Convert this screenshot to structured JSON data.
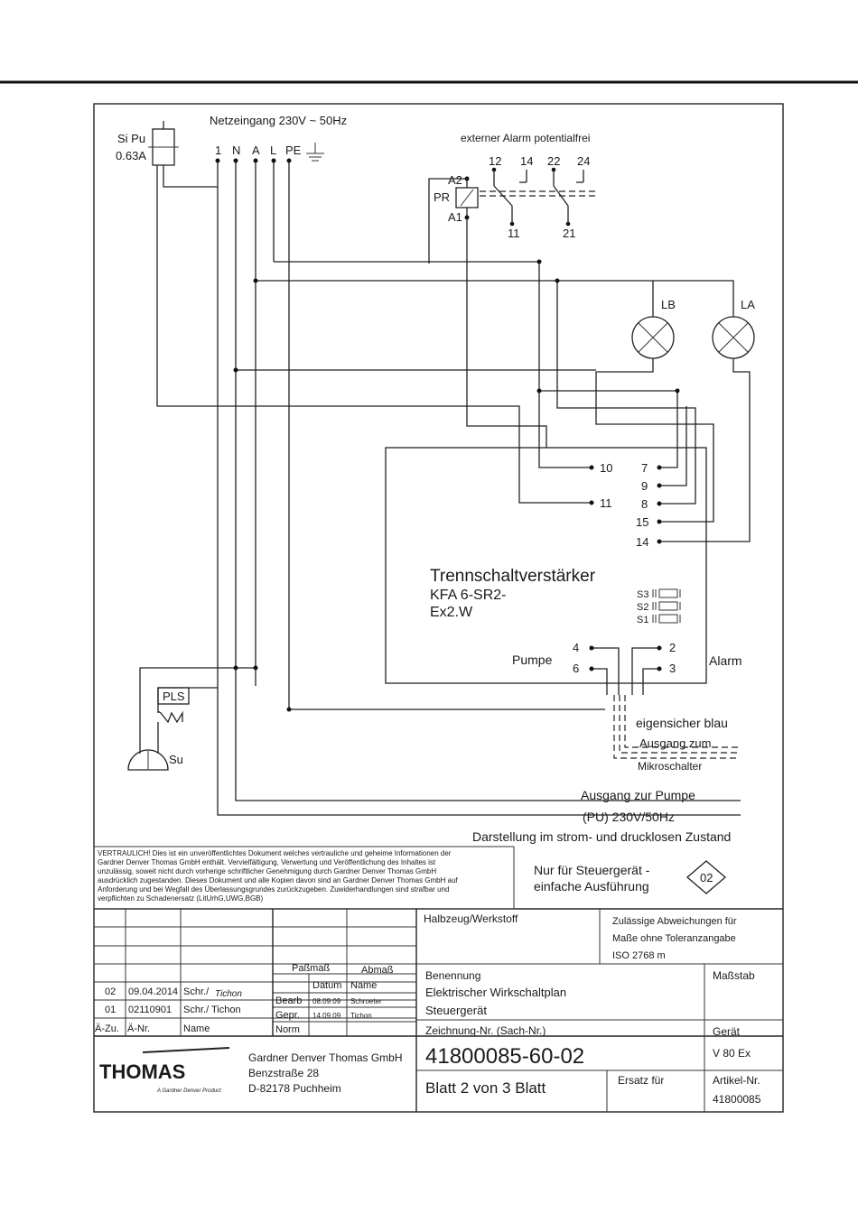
{
  "mains": {
    "title": "Netzeingang 230V ~ 50Hz",
    "terminals": [
      "1",
      "N",
      "A",
      "L",
      "PE"
    ]
  },
  "fuse": {
    "label": "Si Pu",
    "value": "0.63A"
  },
  "alarm_ext": {
    "title": "externer Alarm potentialfrei",
    "contacts_top": [
      "12",
      "14",
      "22",
      "24"
    ],
    "contacts_bottom": [
      "11",
      "21"
    ],
    "relay": {
      "name": "PR",
      "a2": "A2",
      "a1": "A1"
    }
  },
  "lamps": {
    "lb": "LB",
    "la": "LA"
  },
  "amplifier": {
    "title": "Trennschaltverstärker",
    "model_line1": "KFA 6-SR2-",
    "model_line2": "Ex2.W",
    "left_terminals": [
      "10",
      "11"
    ],
    "right_terminals": [
      "7",
      "9",
      "8",
      "15",
      "14"
    ],
    "switches": [
      "S3",
      "S2",
      "S1"
    ],
    "pump_label": "Pumpe",
    "pump_terminals": [
      "4",
      "6"
    ],
    "alarm_label": "Alarm",
    "alarm_terminals": [
      "2",
      "3"
    ]
  },
  "pls": "PLS",
  "su": "Su",
  "intrinsic": {
    "line1": "eigensicher blau",
    "line2": "Ausgang zum",
    "line3": "Mikroschalter"
  },
  "pump_output": {
    "line1": "Ausgang zur Pumpe",
    "line2": "(PU) 230V/50Hz"
  },
  "state_note": "Darstellung im strom- und drucklosen Zustand",
  "confidential": [
    "VERTRAULICH! Dies ist ein unveröffentlichtes Dokument welches vertrauliche und geheime Informationen der",
    "Gardner Denver Thomas GmbH enthält. Vervielfältigung, Verwertung und Veröffentlichung des Inhaltes ist",
    "unzulässig, soweit nicht durch vorherige schriftlicher Genehmigung durch Gardner Denver Thomas GmbH",
    "ausdrücklich zugestanden. Dieses Dokument und alle Kopien davon sind an Gardner Denver Thomas GmbH auf",
    "Anforderung und bei Wegfall des Überlassungsgrundes zurückzugeben. Zuwiderhandlungen sind strafbar und",
    "verpflichten zu Schadenersatz (LitUrhG,UWG,BGB)"
  ],
  "variant": {
    "line1": "Nur für Steuergerät -",
    "line2": "einfache Ausführung",
    "badge": "02"
  },
  "title_block": {
    "material_label": "Halbzeug/Werkstoff",
    "tolerance_line1": "Zulässige Abweichungen für",
    "tolerance_line2": "Maße ohne Toleranzangabe",
    "tolerance_line3": "ISO 2768 m",
    "pass_label": "Paßmaß",
    "abmass_label": "Abmaß",
    "datum_label": "Datum",
    "name_label": "Name",
    "bearb_label": "Bearb",
    "bearb_date": "08.09.09",
    "bearb_name": "Schroeter",
    "gepr_label": "Gepr.",
    "gepr_date": "14.09.09",
    "gepr_name": "Tichon",
    "norm_label": "Norm",
    "rev_rows": [
      {
        "zu": "02",
        "nr": "09.04.2014",
        "name": "Schr./"
      },
      {
        "zu": "01",
        "nr": "02110901",
        "name": "Schr./ Tichon"
      }
    ],
    "signature": "Tichon",
    "header_zu": "Ä-Zu.",
    "header_nr": "Ä-Nr.",
    "header_name": "Name",
    "benennung_label": "Benennung",
    "benennung_line1": "Elektrischer Wirkschaltplan",
    "benennung_line2": "Steuergerät",
    "massstab_label": "Maßstab",
    "zeichnung_label": "Zeichnung-Nr. (Sach-Nr.)",
    "zeichnung_nr": "41800085-60-02",
    "geraet_label": "Gerät",
    "geraet_value": "V 80 Ex",
    "blatt": "Blatt 2 von 3 Blatt",
    "ersatz_label": "Ersatz für",
    "artikel_label": "Artikel-Nr.",
    "artikel_value": "41800085",
    "company_line1": "Gardner Denver Thomas GmbH",
    "company_line2": "Benzstraße 28",
    "company_line3": "D-82178 Puchheim",
    "logo": "THOMAS",
    "logo_tag": "A Gardner Denver Product"
  }
}
